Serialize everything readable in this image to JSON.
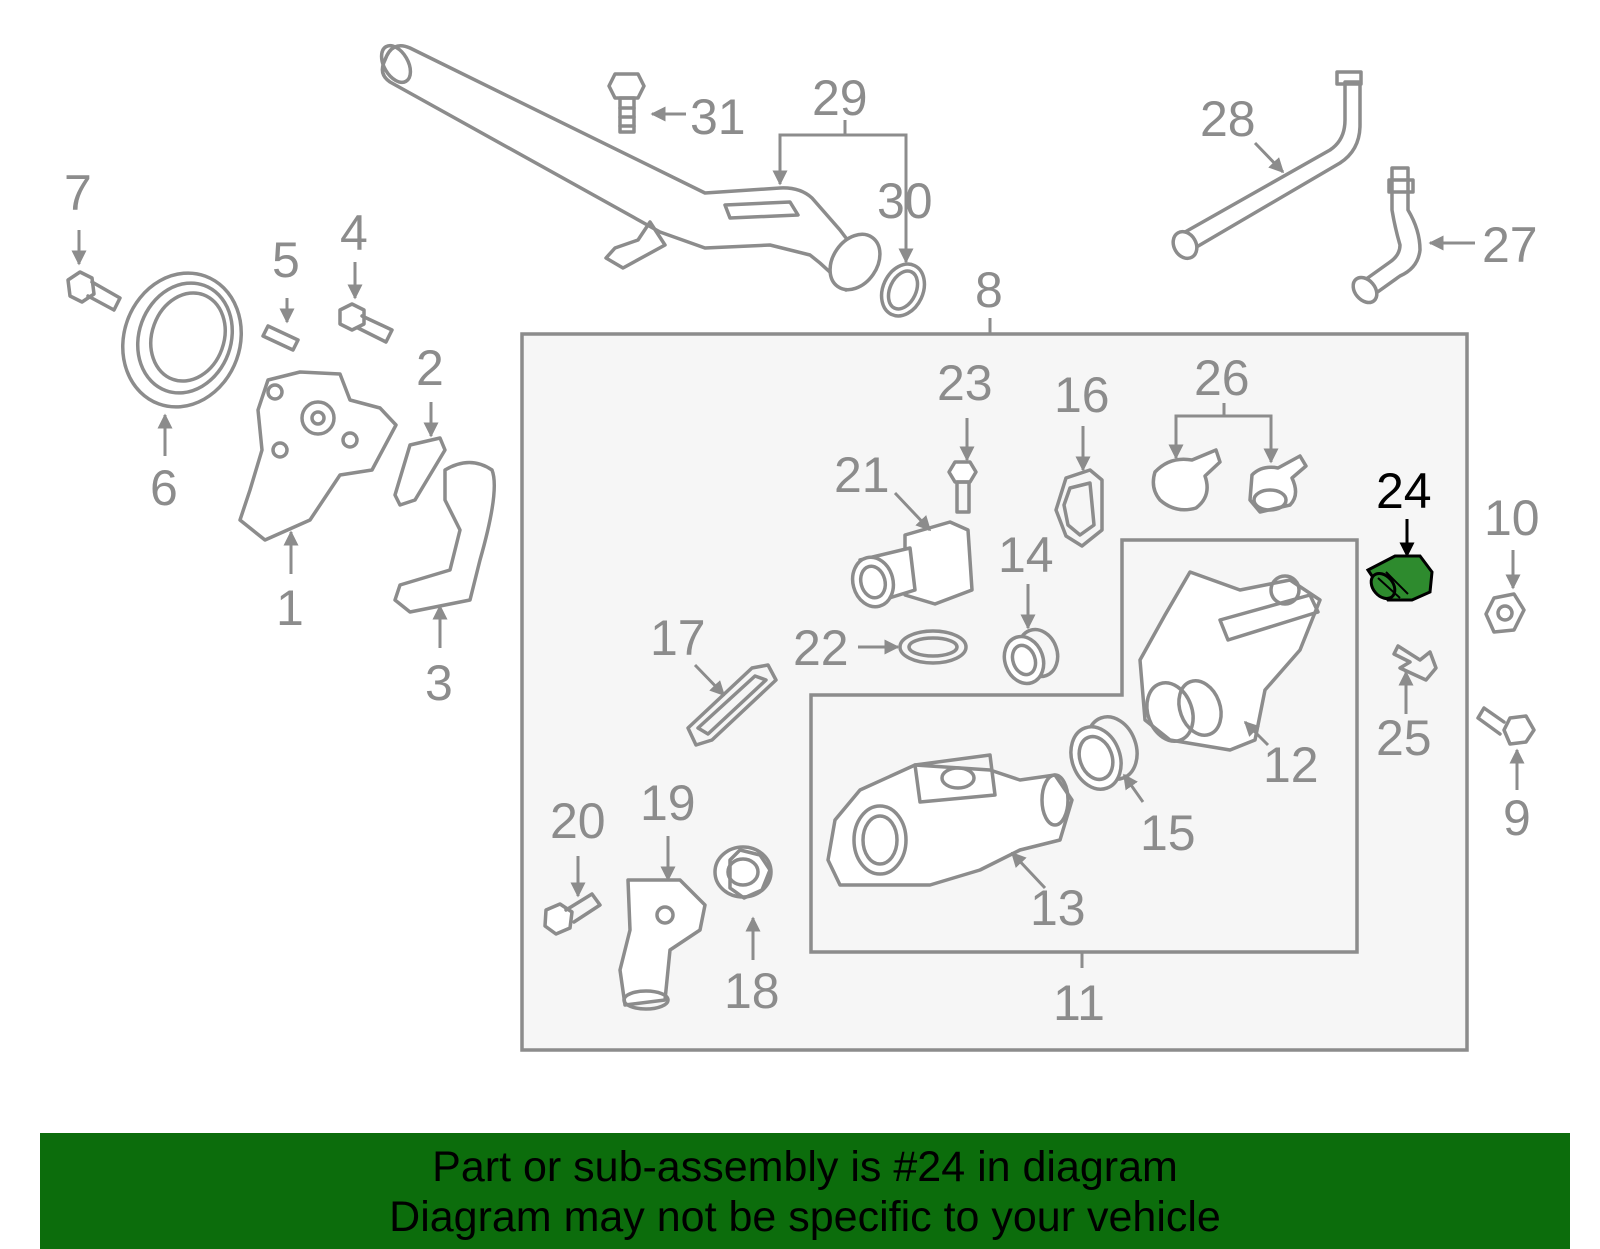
{
  "colors": {
    "part_stroke": "#8c8c8c",
    "highlight_part": "#2e8b2e",
    "banner_bg": "#0c6d0c",
    "box_bg": "#f6f6f6"
  },
  "highlighted_part": "24",
  "callouts": {
    "c1": "1",
    "c2": "2",
    "c3": "3",
    "c4": "4",
    "c5": "5",
    "c6": "6",
    "c7": "7",
    "c8": "8",
    "c9": "9",
    "c10": "10",
    "c11": "11",
    "c12": "12",
    "c13": "13",
    "c14": "14",
    "c15": "15",
    "c16": "16",
    "c17": "17",
    "c18": "18",
    "c19": "19",
    "c20": "20",
    "c21": "21",
    "c22": "22",
    "c23": "23",
    "c24": "24",
    "c25": "25",
    "c26": "26",
    "c27": "27",
    "c28": "28",
    "c29": "29",
    "c30": "30",
    "c31": "31"
  },
  "banner": {
    "line1": "Part or sub-assembly is #24 in diagram",
    "line2": "Diagram may not be specific to your vehicle"
  }
}
